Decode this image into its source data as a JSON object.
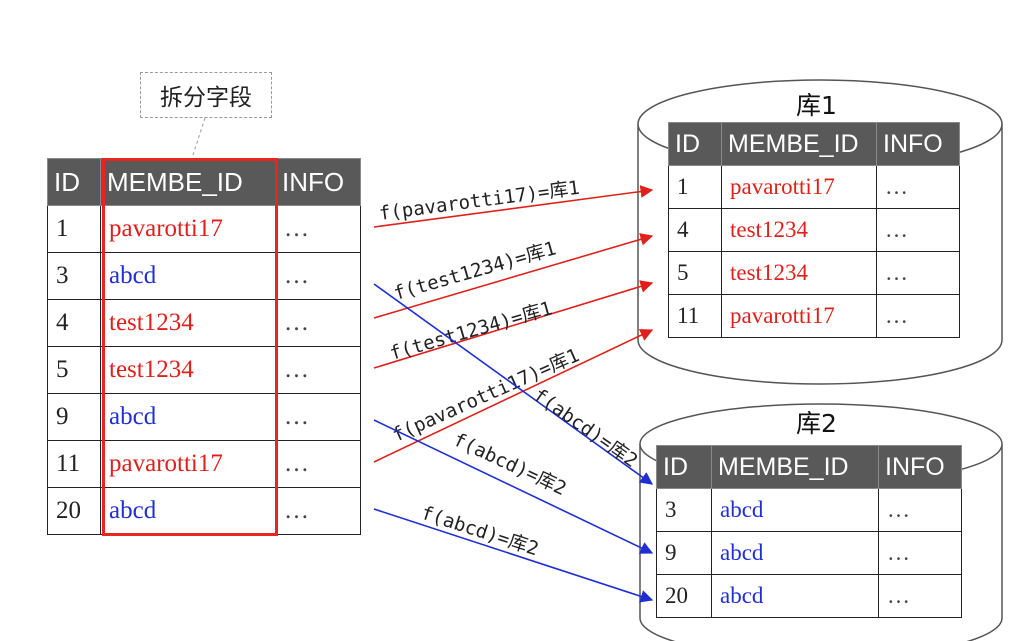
{
  "callout": {
    "label": "拆分字段"
  },
  "source_table": {
    "headers": [
      "ID",
      "MEMBE_ID",
      "INFO"
    ],
    "rows": [
      {
        "id": "1",
        "member": "pavarotti17",
        "info": "…",
        "color": "#e0201a"
      },
      {
        "id": "3",
        "member": "abcd",
        "info": "…",
        "color": "#1f2fd4"
      },
      {
        "id": "4",
        "member": "test1234",
        "info": "…",
        "color": "#e0201a"
      },
      {
        "id": "5",
        "member": "test1234",
        "info": "…",
        "color": "#e0201a"
      },
      {
        "id": "9",
        "member": "abcd",
        "info": "…",
        "color": "#1f2fd4"
      },
      {
        "id": "11",
        "member": "pavarotti17",
        "info": "…",
        "color": "#e0201a"
      },
      {
        "id": "20",
        "member": "abcd",
        "info": "…",
        "color": "#1f2fd4"
      }
    ]
  },
  "db1": {
    "title": "库1",
    "headers": [
      "ID",
      "MEMBE_ID",
      "INFO"
    ],
    "rows": [
      {
        "id": "1",
        "member": "pavarotti17",
        "info": "…"
      },
      {
        "id": "4",
        "member": "test1234",
        "info": "…"
      },
      {
        "id": "5",
        "member": "test1234",
        "info": "…"
      },
      {
        "id": "11",
        "member": "pavarotti17",
        "info": "…"
      }
    ]
  },
  "db2": {
    "title": "库2",
    "headers": [
      "ID",
      "MEMBE_ID",
      "INFO"
    ],
    "rows": [
      {
        "id": "3",
        "member": "abcd",
        "info": "…"
      },
      {
        "id": "9",
        "member": "abcd",
        "info": "…"
      },
      {
        "id": "20",
        "member": "abcd",
        "info": "…"
      }
    ]
  },
  "mappings": [
    "f(pavarotti17)=库1",
    "f(test1234)=库1",
    "f(test1234)=库1",
    "f(pavarotti17)=库1",
    "f(abcd)=库2",
    "f(abcd)=库2",
    "f(abcd)=库2"
  ],
  "colors": {
    "shard1": "#e0201a",
    "shard2": "#1f2fd4",
    "header_bg": "#595959"
  }
}
